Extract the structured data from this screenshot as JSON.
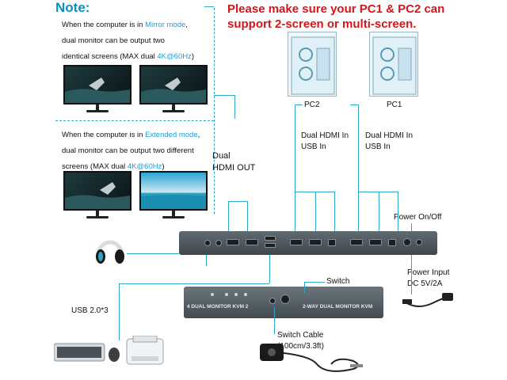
{
  "note": {
    "title": "Note:",
    "mirror_line1_a": "When the computer is in ",
    "mirror_mode": "Mirror mode",
    "mirror_line1_b": ",",
    "mirror_line2": "dual monitor can be output two",
    "mirror_line3_a": "identical screens (MAX dual ",
    "mirror_spec": "4K@60Hz",
    "mirror_line3_b": ")",
    "ext_line1_a": "When the computer is in ",
    "ext_mode": "Extended mode",
    "ext_line1_b": ",",
    "ext_line2": "dual monitor can be output two different",
    "ext_line3_a": "screens (MAX dual ",
    "ext_spec": "4K@60Hz",
    "ext_line3_b": ")"
  },
  "headline": {
    "line1": "Please make sure your PC1 & PC2 can",
    "line2": "support 2-screen or multi-screen."
  },
  "pcs": {
    "pc2_label": "PC2",
    "pc1_label": "PC1",
    "pc2_conn_line1": "Dual HDMI In",
    "pc2_conn_line2": "USB In",
    "pc1_conn_line1": "Dual HDMI In",
    "pc1_conn_line2": "USB In"
  },
  "labels": {
    "dual_hdmi_out_1": "Dual",
    "dual_hdmi_out_2": "HDMI OUT",
    "power_onoff": "Power On/Off",
    "power_input_1": "Power Input",
    "power_input_2": "DC 5V/2A",
    "switch": "Switch",
    "usb": "USB 2.0*3",
    "switch_cable_1": "Switch Cable",
    "switch_cable_2": "(100cm/3.3ft)",
    "front_left": "4 DUAL MONITOR KVM 2",
    "front_right": "2-WAY DUAL MONITOR KVM"
  },
  "colors": {
    "accent": "#0a8fc4",
    "highlight": "#1aa0d8",
    "warning": "#d4161c",
    "line": "#2ea6c9"
  }
}
